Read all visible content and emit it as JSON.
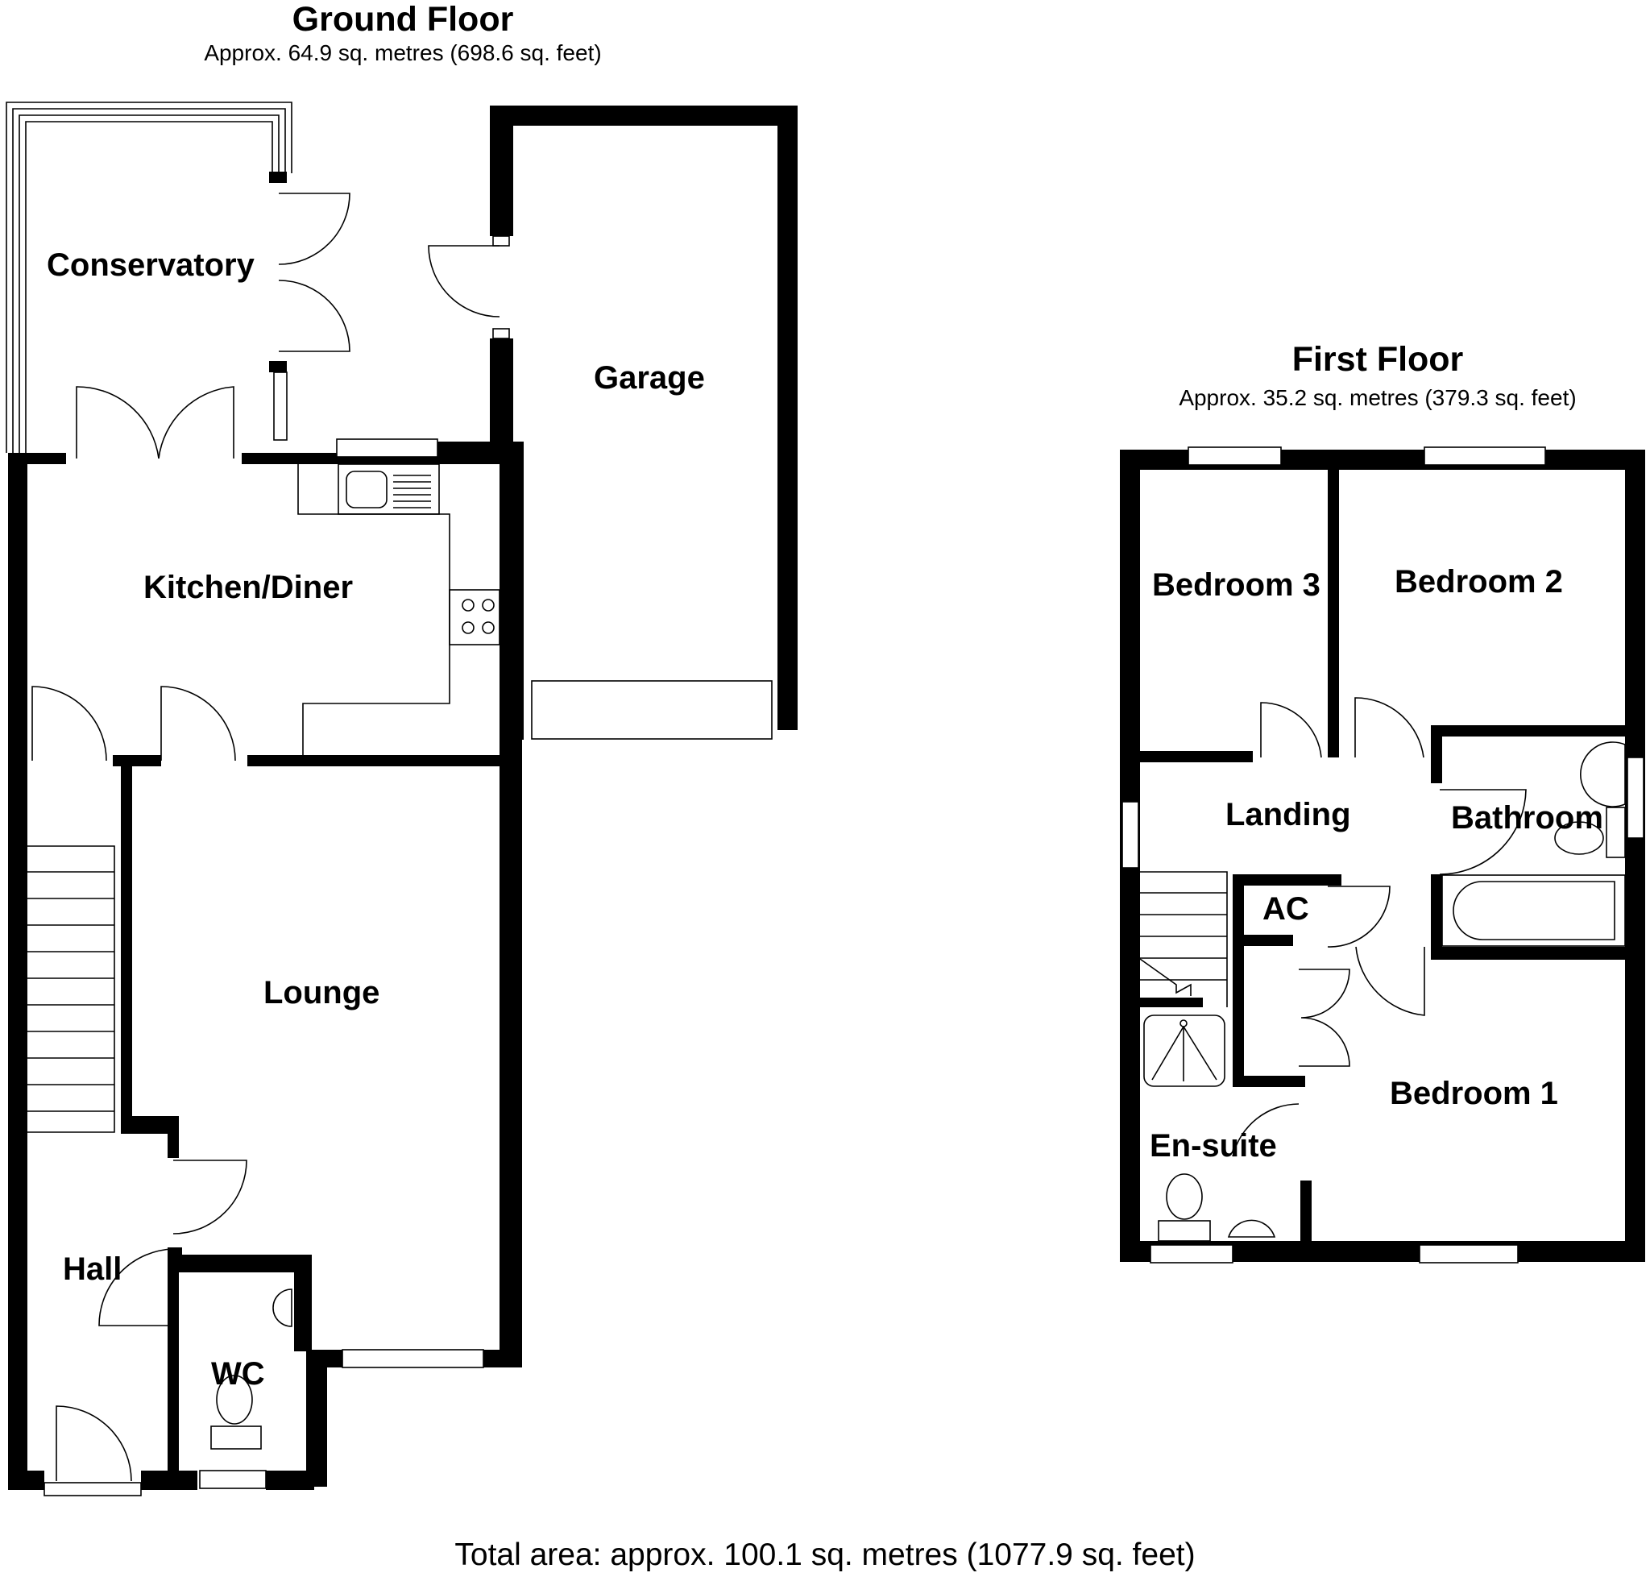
{
  "ground_floor": {
    "title": "Ground Floor",
    "area": "Approx. 64.9 sq. metres (698.6 sq. feet)",
    "rooms": {
      "conservatory": "Conservatory",
      "garage": "Garage",
      "kitchen": "Kitchen/Diner",
      "lounge": "Lounge",
      "hall": "Hall",
      "wc": "WC"
    }
  },
  "first_floor": {
    "title": "First Floor",
    "area": "Approx. 35.2 sq. metres (379.3 sq. feet)",
    "rooms": {
      "bedroom3": "Bedroom 3",
      "bedroom2": "Bedroom 2",
      "landing": "Landing",
      "bathroom": "Bathroom",
      "ac": "AC",
      "bedroom1": "Bedroom 1",
      "ensuite": "En-suite"
    }
  },
  "total_area": "Total area: approx. 100.1 sq. metres (1077.9 sq. feet)"
}
